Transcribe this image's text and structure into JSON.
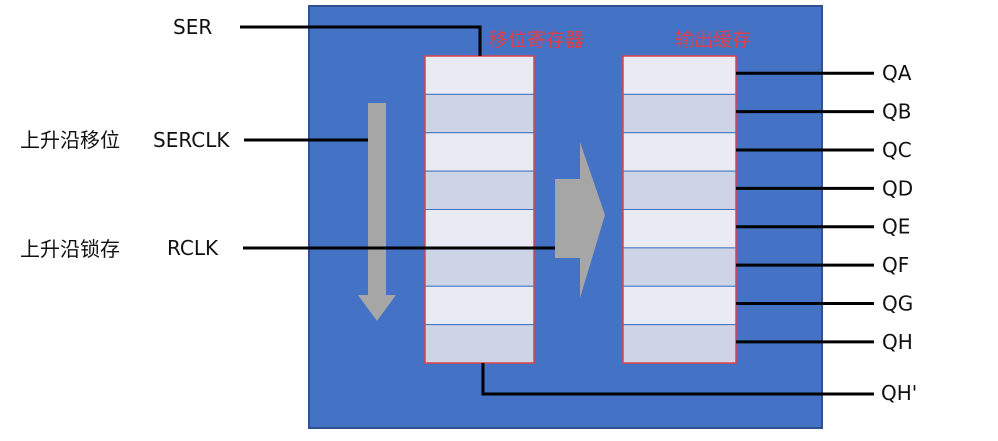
{
  "colors": {
    "chip": "#4472C4",
    "chip_border": "#2F528F",
    "register_border": "#E0404A",
    "cell_light": "#E8EBF4",
    "cell_dark": "#CDD4E6",
    "cell_divider": "#4472C4",
    "arrow_fill": "#A6A6A6",
    "wire": "#000000",
    "title_text": "#E0404A"
  },
  "inputs": {
    "ser": "SER",
    "serclk": "SERCLK",
    "serclk_desc": "上升沿移位",
    "rclk": "RCLK",
    "rclk_desc": "上升沿锁存"
  },
  "blocks": {
    "shift_register_title": "移位寄存器",
    "output_latch_title": "输出缓存"
  },
  "outputs": [
    "QA",
    "QB",
    "QC",
    "QD",
    "QE",
    "QF",
    "QG",
    "QH"
  ],
  "serial_out": "QH'",
  "register_cells": 8
}
